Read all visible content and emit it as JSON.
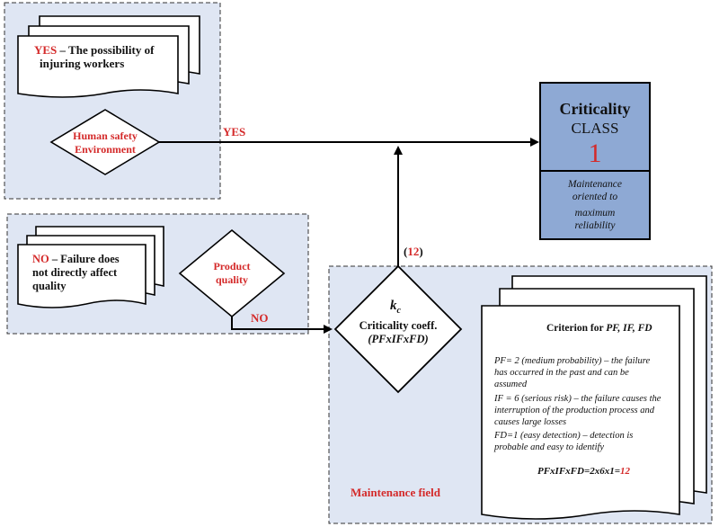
{
  "colors": {
    "panel_fill": "#dfe6f3",
    "class_box_fill": "#8ea9d4",
    "accent_red": "#d42a2a",
    "line": "#000000"
  },
  "safety": {
    "doc_yes": "YES",
    "doc_rest_line1": " – The possibility of",
    "doc_line2": "injuring workers",
    "diamond_line1": "Human safety",
    "diamond_line2": "Environment"
  },
  "quality": {
    "doc_no": "NO",
    "doc_rest_line1": " – Failure does",
    "doc_line2": "not directly affect",
    "doc_line3": "quality",
    "diamond_line1": "Product",
    "diamond_line2": "quality"
  },
  "arrows": {
    "yes_label": "YES",
    "no_label": "NO",
    "value_open": "(",
    "value": "12",
    "value_close": ")"
  },
  "criticality_class": {
    "title_line1": "Criticality",
    "title_line2": "CLASS",
    "number": "1",
    "desc_line1": "Maintenance",
    "desc_line2": "oriented to",
    "desc_line3": "maximum",
    "desc_line4": "reliability"
  },
  "kc": {
    "symbol": "k",
    "subscript": "c",
    "line2": "Criticality coeff.",
    "line3": "(PFxIFxFD)"
  },
  "criterion": {
    "title_prefix": "Criterion for ",
    "title_vars": "PF, IF, FD",
    "pf_line1": "PF= 2 (medium probability) – the failure",
    "pf_line2": "has occurred in the past and can be",
    "pf_line3": "assumed",
    "if_line1": "IF = 6 (serious risk) – the failure causes the",
    "if_line2": "interruption of the production process and",
    "if_line3": "causes large losses",
    "fd_line1": "FD=1 (easy detection) – detection is",
    "fd_line2": "probable and easy to identify",
    "formula": "PFxIFxFD=2x6x1=",
    "result": "12"
  },
  "maintenance_field_label": "Maintenance field"
}
